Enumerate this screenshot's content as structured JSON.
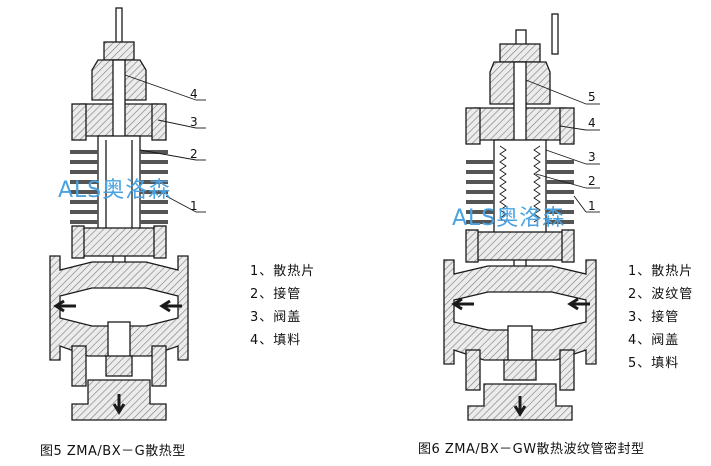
{
  "left_figure": {
    "callouts": [
      "4",
      "3",
      "2",
      "1"
    ],
    "legend": [
      "1、散热片",
      "2、接管",
      "3、阀盖",
      "4、填料"
    ],
    "caption": "图5  ZMA/BX－G散热型"
  },
  "right_figure": {
    "callouts": [
      "5",
      "4",
      "3",
      "2",
      "1"
    ],
    "legend": [
      "1、散热片",
      "2、波纹管",
      "3、接管",
      "4、阀盖",
      "5、填料"
    ],
    "caption": "图6  ZMA/BX－GW散热波纹管密封型"
  },
  "watermark": "ALS奥洛森",
  "colors": {
    "line": "#1a1a1a",
    "hatch": "#7a7a7a",
    "fill": "#ececec",
    "watermark": "#4aa3e0"
  }
}
